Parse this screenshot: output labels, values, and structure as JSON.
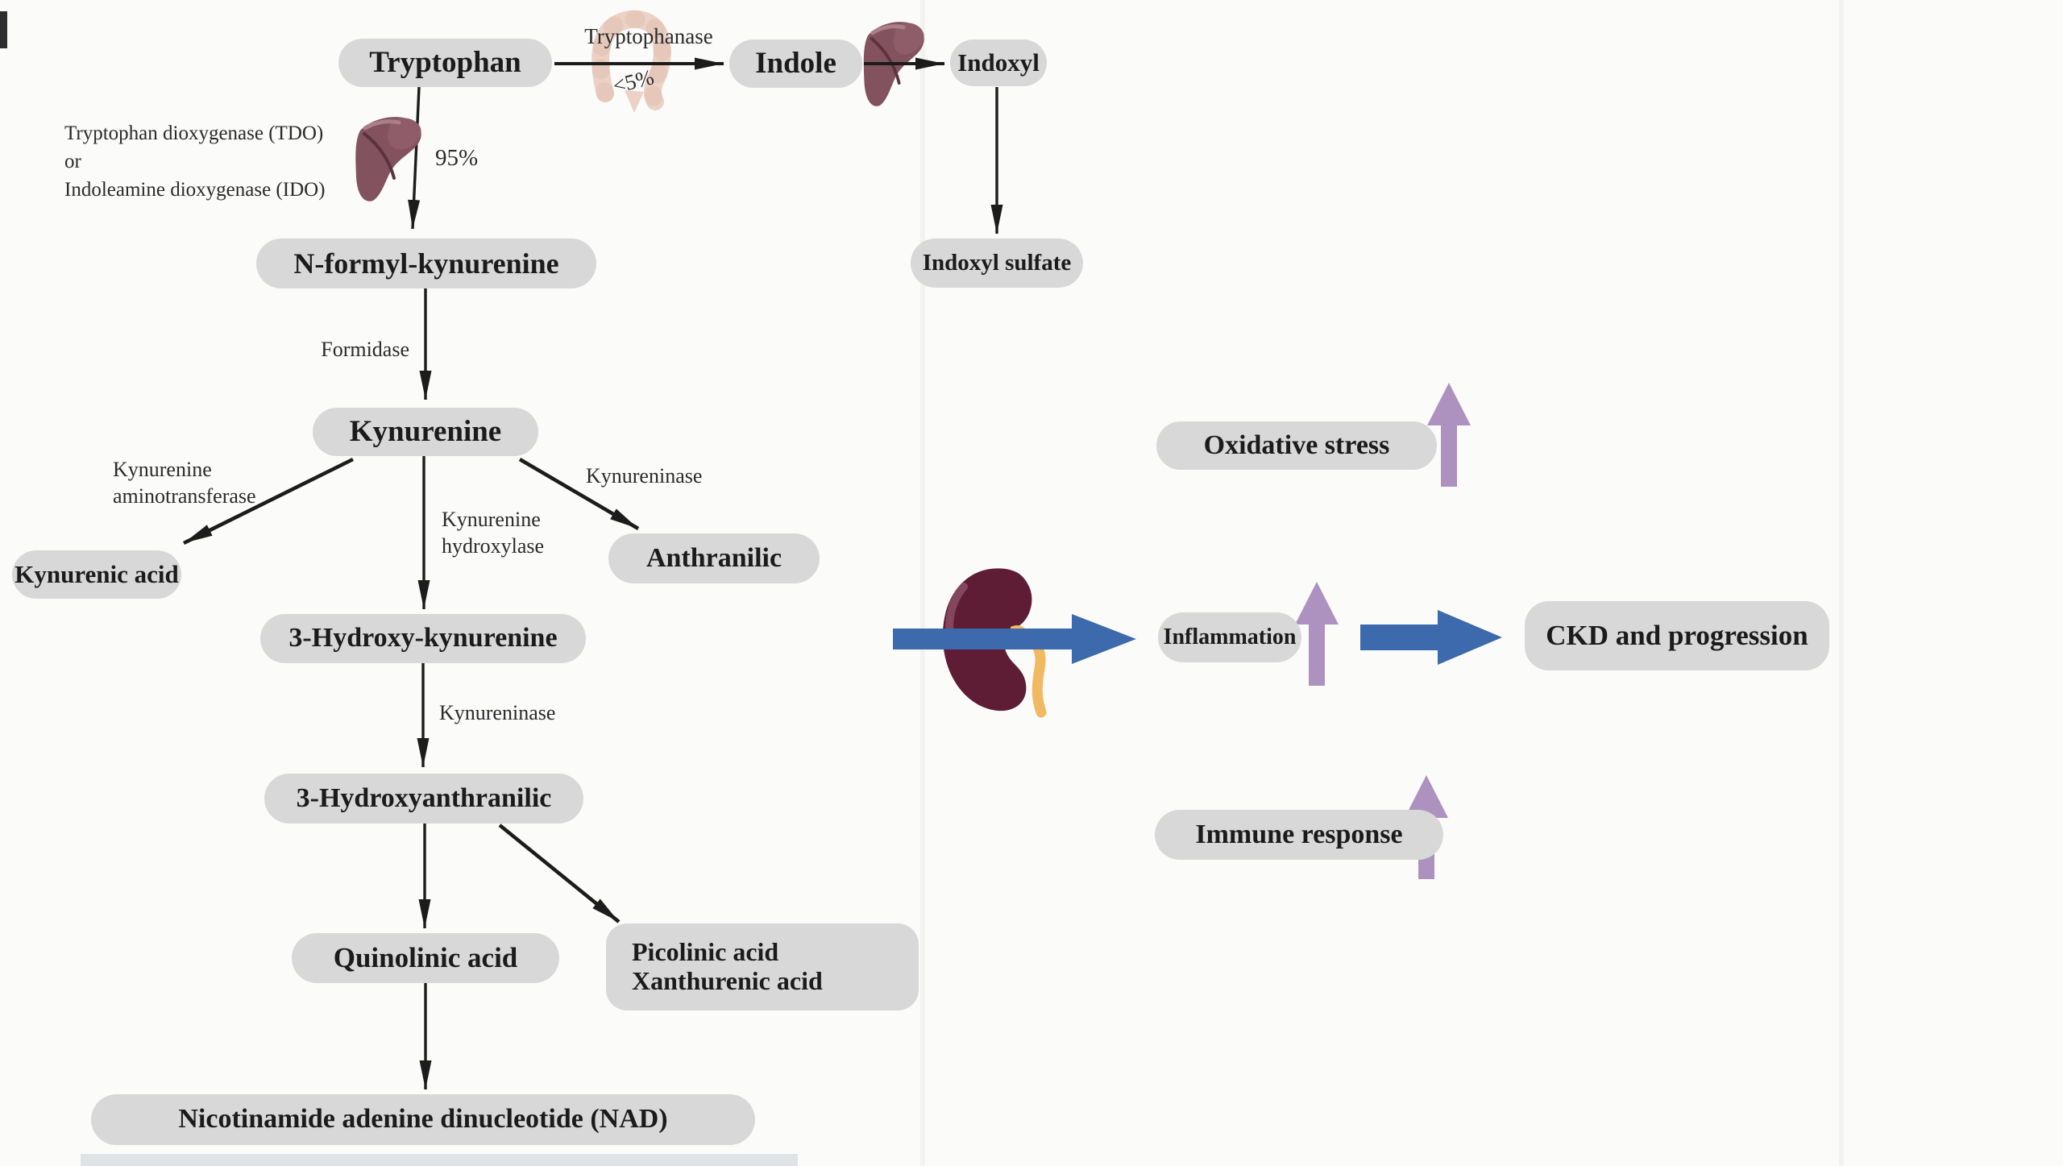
{
  "figure": {
    "title": "Tryptophan metabolism pathway and CKD progression diagram",
    "nodes": {
      "tryptophan": "Tryptophan",
      "indole": "Indole",
      "indoxyl": "Indoxyl",
      "indoxyl_sulfate": "Indoxyl sulfate",
      "n_formyl_kynurenine": "N-formyl-kynurenine",
      "kynurenine": "Kynurenine",
      "kynurenic_acid": "Kynurenic acid",
      "anthranilic": "Anthranilic",
      "hydroxy_kynurenine": "3-Hydroxy-kynurenine",
      "hydroxyanthranilic": "3-Hydroxyanthranilic",
      "quinolinic_acid": "Quinolinic acid",
      "picolinic_line1": "Picolinic acid",
      "picolinic_line2": "Xanthurenic acid",
      "nad": "Nicotinamide adenine dinucleotide (NAD)",
      "oxidative_stress": "Oxidative stress",
      "inflammation": "Inflammation",
      "immune_response": "Immune response",
      "ckd": "CKD and progression"
    },
    "labels": {
      "tryptophanase": "Tryptophanase",
      "less_than_5": "<5%",
      "pct_95": "95%",
      "tdo_line1": "Tryptophan dioxygenase (TDO)",
      "tdo_line2": "or",
      "tdo_line3": "Indoleamine dioxygenase (IDO)",
      "formidase": "Formidase",
      "kat_line1": "Kynurenine",
      "kat_line2": "aminotransferase",
      "kynureninase_upper": "Kynureninase",
      "kh_line1": "Kynurenine",
      "kh_line2": "hydroxylase",
      "kynureninase_lower": "Kynureninase"
    },
    "icons": {
      "liver_left": "liver-icon",
      "liver_top": "liver-icon",
      "intestine": "intestine-icon",
      "kidney": "kidney-icon"
    },
    "colors": {
      "node_bg": "#d8d8d8",
      "arrow_black": "#1c1c1c",
      "arrow_blue": "#3d69ad",
      "arrow_purple": "#ad92bf",
      "liver": "#82525f",
      "kidney": "#5e1d35",
      "ureter": "#f1ba62",
      "intestine": "#e6c3b2"
    }
  }
}
